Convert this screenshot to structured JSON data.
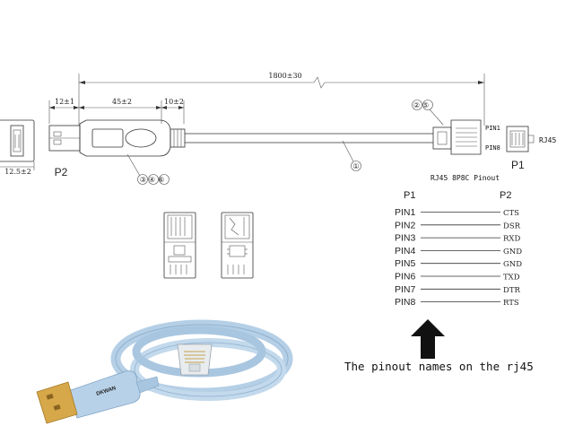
{
  "dimensions": {
    "total_length": "1800±30",
    "usb_tip": "12±1",
    "usb_body": "45±2",
    "strain_relief": "10±2",
    "usb_height": "12.5±2"
  },
  "callouts": {
    "cable": "①",
    "rj45_parts": "②⑤",
    "usb_parts": "③④⑥"
  },
  "end_labels": {
    "usb_end": "P2",
    "rj45_end": "P1",
    "rj45_tag": "RJ45",
    "pin1_mark": "PIN1",
    "pin8_mark": "PIN8"
  },
  "pinout": {
    "title": "RJ45 8P8C Pinout",
    "col_p1": "P1",
    "col_p2": "P2",
    "rows": [
      {
        "pin": "PIN1",
        "signal": "CTS"
      },
      {
        "pin": "PIN2",
        "signal": "DSR"
      },
      {
        "pin": "PIN3",
        "signal": "RXD"
      },
      {
        "pin": "PIN4",
        "signal": "GND"
      },
      {
        "pin": "PIN5",
        "signal": "GND"
      },
      {
        "pin": "PIN6",
        "signal": "TXD"
      },
      {
        "pin": "PIN7",
        "signal": "DTR"
      },
      {
        "pin": "PIN8",
        "signal": "RTS"
      }
    ]
  },
  "product": {
    "brand": "DKWAN"
  },
  "caption": "The pinout names on the rj45",
  "colors": {
    "line": "#333333",
    "cable_blue": "#b5cfe6",
    "gold": "#d6a84a",
    "arrow": "#111111"
  }
}
